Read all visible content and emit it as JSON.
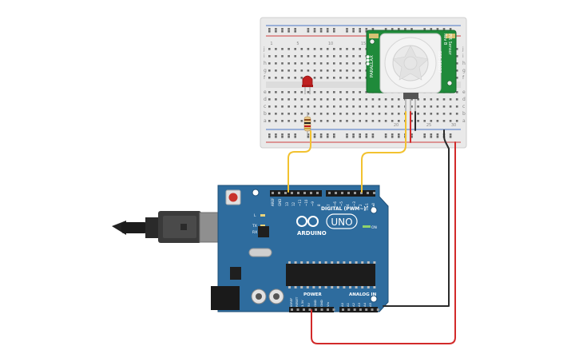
{
  "arduino": {
    "brand": "ARDUINO",
    "model": "UNO",
    "digital_label": "DIGITAL (PWM~)",
    "power_label": "POWER",
    "analog_label": "ANALOG IN",
    "on_label": "ON",
    "l_label": "L",
    "tx_label": "TX",
    "rx_label": "RX",
    "aref_label": "AREF",
    "gnd_label": "GND",
    "digital_pins": [
      "13",
      "12",
      "~11",
      "~10",
      "~9",
      "8",
      "7",
      "~6",
      "~5",
      "4",
      "~3",
      "2",
      "TX▸1",
      "RX◂0"
    ],
    "power_pins": [
      "IOREF",
      "RESET",
      "3.3V",
      "5V",
      "GND",
      "GND",
      "Vin"
    ],
    "analog_pins": [
      "A0",
      "A1",
      "A2",
      "A3",
      "A4",
      "A5"
    ]
  },
  "pir_sensor": {
    "label_left": "PARALLAX",
    "label_right_1": "PIR Sensor",
    "label_right_2": "Rev B",
    "label_right_3": "555-28027"
  },
  "breadboard": {
    "row_letters_top": [
      "j",
      "i",
      "h",
      "g",
      "f"
    ],
    "row_letters_bottom": [
      "e",
      "d",
      "c",
      "b",
      "a"
    ],
    "column_numbers": [
      "1",
      "5",
      "10",
      "15",
      "20",
      "25",
      "30"
    ]
  },
  "colors": {
    "board_blue": "#2e6c9e",
    "wire_yellow": "#f2c230",
    "wire_red": "#d22a2a",
    "wire_black": "#2b2b2b",
    "pir_green": "#1f8a3a",
    "led_red": "#c02020"
  }
}
